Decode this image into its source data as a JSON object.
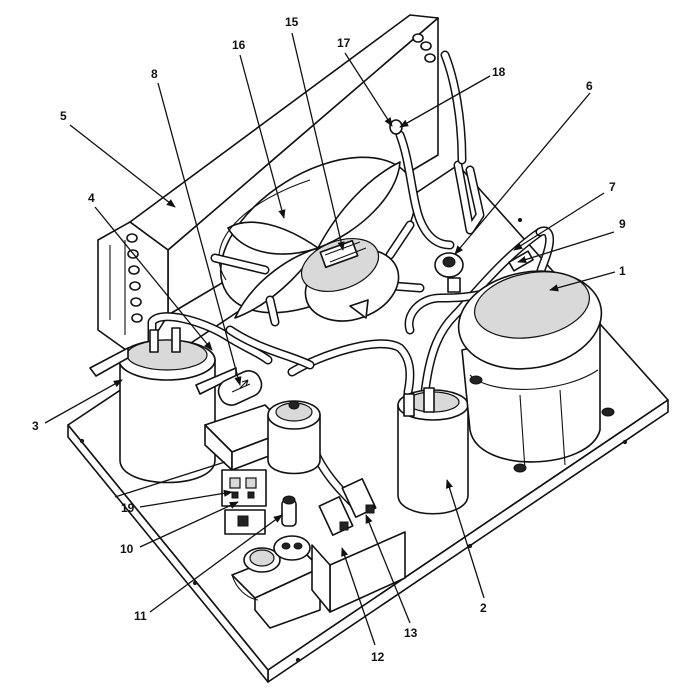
{
  "callouts": [
    {
      "id": "1",
      "label": "1"
    },
    {
      "id": "2",
      "label": "2"
    },
    {
      "id": "3",
      "label": "3"
    },
    {
      "id": "4",
      "label": "4"
    },
    {
      "id": "5",
      "label": "5"
    },
    {
      "id": "6",
      "label": "6"
    },
    {
      "id": "7",
      "label": "7"
    },
    {
      "id": "8",
      "label": "8"
    },
    {
      "id": "9",
      "label": "9"
    },
    {
      "id": "10",
      "label": "10"
    },
    {
      "id": "11",
      "label": "11"
    },
    {
      "id": "12",
      "label": "12"
    },
    {
      "id": "13",
      "label": "13"
    },
    {
      "id": "15",
      "label": "15"
    },
    {
      "id": "16",
      "label": "16"
    },
    {
      "id": "17",
      "label": "17"
    },
    {
      "id": "18",
      "label": "18"
    },
    {
      "id": "19",
      "label": "19"
    }
  ]
}
